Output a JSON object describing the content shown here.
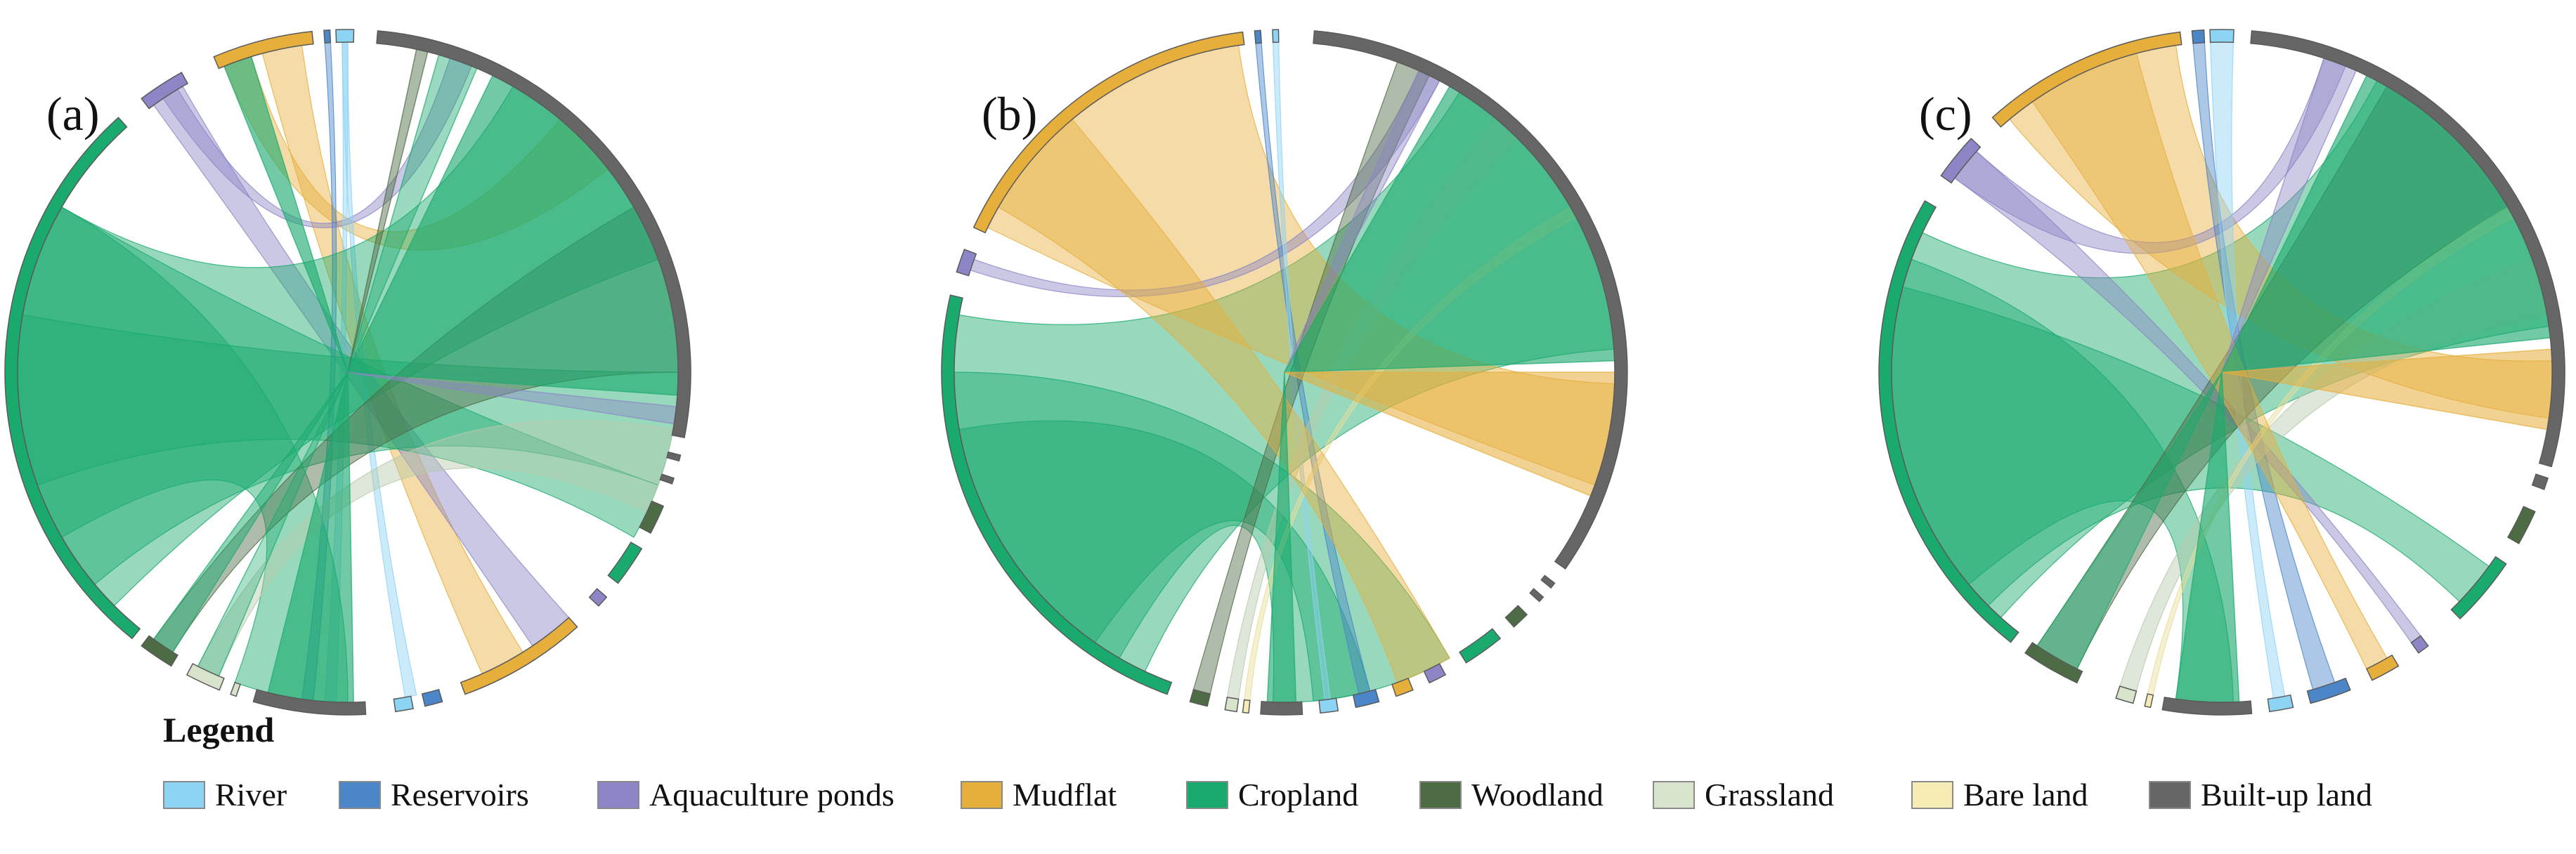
{
  "panels": [
    {
      "label": "(a)",
      "arcs": [
        {
          "cat": "Built-up land",
          "a0": 5,
          "a1": 101,
          "src": [
            [
              12,
              14,
              "Woodland",
              0.75
            ],
            [
              16,
              23,
              "Cropland",
              0.7
            ],
            [
              26,
              94,
              "Cropland",
              1
            ],
            [
              96,
              99,
              "Aquaculture ponds",
              0.7
            ]
          ]
        },
        {
          "cat": "Built-up land",
          "a0": 104,
          "a1": 105,
          "src": []
        },
        {
          "cat": "Built-up land",
          "a0": 108,
          "a1": 109,
          "src": []
        },
        {
          "cat": "Woodland",
          "a0": 113,
          "a1": 118,
          "src": []
        },
        {
          "cat": "Cropland",
          "a0": 121,
          "a1": 128,
          "src": []
        },
        {
          "cat": "Aquaculture ponds",
          "a0": 131,
          "a1": 133,
          "src": []
        },
        {
          "cat": "Mudflat",
          "a0": 138,
          "a1": 160,
          "src": []
        },
        {
          "cat": "Reservoirs",
          "a0": 164,
          "a1": 167,
          "src": []
        },
        {
          "cat": "River",
          "a0": 169,
          "a1": 172,
          "src": []
        },
        {
          "cat": "Built-up land",
          "a0": 177,
          "a1": 196,
          "src": [
            [
              179,
              194,
              "Cropland",
              1
            ]
          ]
        },
        {
          "cat": "Grassland",
          "a0": 199,
          "a1": 200,
          "src": []
        },
        {
          "cat": "Grassland",
          "a0": 202,
          "a1": 208,
          "src": [
            [
              203,
              207,
              "Cropland",
              0.6
            ]
          ]
        },
        {
          "cat": "Woodland",
          "a0": 211,
          "a1": 217,
          "src": [
            [
              212,
              216,
              "Cropland",
              0.8
            ]
          ]
        },
        {
          "cat": "Cropland",
          "a0": 219,
          "a1": 318,
          "src": []
        },
        {
          "cat": "Aquaculture ponds",
          "a0": 323,
          "a1": 331,
          "src": []
        },
        {
          "cat": "Mudflat",
          "a0": 337,
          "a1": 354,
          "src": [
            [
              338,
              343,
              "Cropland",
              1
            ]
          ]
        },
        {
          "cat": "Reservoirs",
          "a0": 356,
          "a1": 357,
          "src": []
        },
        {
          "cat": "River",
          "a0": 358,
          "a1": 361,
          "src": []
        }
      ],
      "ribbons": [
        [
          338,
          343,
          40,
          52,
          "Mudflat"
        ],
        [
          345,
          352,
          148,
          156,
          "Mudflat"
        ],
        [
          324,
          330,
          138,
          146,
          "Aquaculture ponds"
        ],
        [
          326,
          329,
          18,
          22,
          "Aquaculture ponds"
        ],
        [
          359,
          360,
          168,
          170,
          "River"
        ],
        [
          359,
          360,
          182,
          184,
          "River"
        ],
        [
          356,
          357,
          186,
          188,
          "Reservoirs"
        ],
        [
          225,
          300,
          30,
          70,
          "Cropland"
        ],
        [
          230,
          280,
          90,
          110,
          "Cropland"
        ],
        [
          240,
          300,
          180,
          200,
          "Cropland"
        ],
        [
          250,
          300,
          110,
          120,
          "Cropland"
        ],
        [
          212,
          216,
          60,
          90,
          "Woodland"
        ],
        [
          203,
          207,
          100,
          115,
          "Grassland"
        ]
      ]
    },
    {
      "label": "(b)",
      "arcs": [
        {
          "cat": "Built-up land",
          "a0": 5,
          "a1": 125,
          "src": [
            [
              24,
              28,
              "Aquaculture ponds",
              0.7
            ],
            [
              30,
              88,
              "Cropland",
              1
            ],
            [
              90,
              112,
              "Mudflat",
              0.9
            ]
          ]
        },
        {
          "cat": "Built-up land",
          "a0": 128,
          "a1": 129,
          "src": []
        },
        {
          "cat": "Built-up land",
          "a0": 131,
          "a1": 132,
          "src": []
        },
        {
          "cat": "Woodland",
          "a0": 135,
          "a1": 138,
          "src": []
        },
        {
          "cat": "Cropland",
          "a0": 141,
          "a1": 148,
          "src": []
        },
        {
          "cat": "Aquaculture ponds",
          "a0": 152,
          "a1": 155,
          "src": []
        },
        {
          "cat": "Mudflat",
          "a0": 158,
          "a1": 161,
          "src": []
        },
        {
          "cat": "Reservoirs",
          "a0": 164,
          "a1": 168,
          "src": []
        },
        {
          "cat": "River",
          "a0": 171,
          "a1": 174,
          "src": []
        },
        {
          "cat": "Built-up land",
          "a0": 177,
          "a1": 184,
          "src": [
            [
              178,
              183,
              "Cropland",
              1
            ]
          ]
        },
        {
          "cat": "Bare land",
          "a0": 186,
          "a1": 187,
          "src": []
        },
        {
          "cat": "Grassland",
          "a0": 188,
          "a1": 190,
          "src": []
        },
        {
          "cat": "Woodland",
          "a0": 193,
          "a1": 196,
          "src": []
        },
        {
          "cat": "Cropland",
          "a0": 200,
          "a1": 283,
          "src": []
        },
        {
          "cat": "Aquaculture ponds",
          "a0": 287,
          "a1": 291,
          "src": []
        },
        {
          "cat": "Mudflat",
          "a0": 295,
          "a1": 353,
          "src": []
        },
        {
          "cat": "Reservoirs",
          "a0": 355,
          "a1": 356,
          "src": []
        },
        {
          "cat": "River",
          "a0": 358,
          "a1": 359,
          "src": []
        }
      ],
      "ribbons": [
        [
          205,
          280,
          32,
          86,
          "Cropland"
        ],
        [
          296,
          352,
          92,
          110,
          "Mudflat"
        ],
        [
          288,
          290,
          24,
          28,
          "Aquaculture ponds"
        ],
        [
          210,
          270,
          150,
          182,
          "Cropland"
        ],
        [
          215,
          260,
          165,
          175,
          "Cropland"
        ],
        [
          355,
          356,
          165,
          167,
          "Reservoirs"
        ],
        [
          358,
          359,
          172,
          173,
          "River"
        ],
        [
          193,
          196,
          20,
          26,
          "Woodland"
        ],
        [
          188,
          190,
          40,
          45,
          "Grassland"
        ],
        [
          186,
          187,
          60,
          62,
          "Bare land"
        ],
        [
          300,
          320,
          150,
          160,
          "Mudflat"
        ]
      ]
    },
    {
      "label": "(c)",
      "arcs": [
        {
          "cat": "Built-up land",
          "a0": 5,
          "a1": 106,
          "src": [
            [
              18,
              24,
              "Aquaculture ponds",
              0.7
            ],
            [
              26,
              84,
              "Cropland",
              1
            ],
            [
              86,
              100,
              "Mudflat",
              0.9
            ]
          ]
        },
        {
          "cat": "Built-up land",
          "a0": 108,
          "a1": 110,
          "src": []
        },
        {
          "cat": "Woodland",
          "a0": 114,
          "a1": 120,
          "src": []
        },
        {
          "cat": "Cropland",
          "a0": 124,
          "a1": 136,
          "src": []
        },
        {
          "cat": "Aquaculture ponds",
          "a0": 143,
          "a1": 145,
          "src": []
        },
        {
          "cat": "Mudflat",
          "a0": 149,
          "a1": 154,
          "src": []
        },
        {
          "cat": "Reservoirs",
          "a0": 158,
          "a1": 165,
          "src": []
        },
        {
          "cat": "River",
          "a0": 168,
          "a1": 172,
          "src": []
        },
        {
          "cat": "Built-up land",
          "a0": 175,
          "a1": 190,
          "src": [
            [
              177,
              188,
              "Cropland",
              1
            ]
          ]
        },
        {
          "cat": "Bare land",
          "a0": 192,
          "a1": 193,
          "src": []
        },
        {
          "cat": "Grassland",
          "a0": 195,
          "a1": 198,
          "src": []
        },
        {
          "cat": "Woodland",
          "a0": 205,
          "a1": 215,
          "src": [
            [
              206,
              214,
              "Cropland",
              0.8
            ]
          ]
        },
        {
          "cat": "Cropland",
          "a0": 218,
          "a1": 300,
          "src": []
        },
        {
          "cat": "Aquaculture ponds",
          "a0": 305,
          "a1": 313,
          "src": []
        },
        {
          "cat": "Mudflat",
          "a0": 318,
          "a1": 353,
          "src": []
        },
        {
          "cat": "Reservoirs",
          "a0": 355,
          "a1": 357,
          "src": []
        },
        {
          "cat": "River",
          "a0": 358,
          "a1": 362,
          "src": []
        }
      ],
      "ribbons": [
        [
          222,
          295,
          28,
          82,
          "Cropland"
        ],
        [
          320,
          352,
          88,
          98,
          "Mudflat"
        ],
        [
          306,
          312,
          18,
          22,
          "Aquaculture ponds"
        ],
        [
          225,
          285,
          126,
          134,
          "Cropland"
        ],
        [
          230,
          290,
          178,
          188,
          "Cropland"
        ],
        [
          306,
          312,
          143,
          145,
          "Aquaculture ponds"
        ],
        [
          355,
          357,
          160,
          164,
          "Reservoirs"
        ],
        [
          358,
          362,
          169,
          171,
          "River"
        ],
        [
          206,
          214,
          30,
          60,
          "Woodland"
        ],
        [
          195,
          198,
          70,
          80,
          "Grassland"
        ],
        [
          192,
          193,
          60,
          62,
          "Bare land"
        ],
        [
          325,
          345,
          150,
          154,
          "Mudflat"
        ]
      ]
    }
  ],
  "legend": {
    "title": "Legend",
    "items": [
      {
        "label": "River",
        "color": "#8dd3f4"
      },
      {
        "label": "Reservoirs",
        "color": "#4a86c8"
      },
      {
        "label": "Aquaculture ponds",
        "color": "#8c86c6"
      },
      {
        "label": "Mudflat",
        "color": "#e6af3c"
      },
      {
        "label": "Cropland",
        "color": "#1aaa6e"
      },
      {
        "label": "Woodland",
        "color": "#4d6b45"
      },
      {
        "label": "Grassland",
        "color": "#d7e3cb"
      },
      {
        "label": "Bare land",
        "color": "#f7ecb4"
      },
      {
        "label": "Built-up land",
        "color": "#666666"
      }
    ]
  }
}
